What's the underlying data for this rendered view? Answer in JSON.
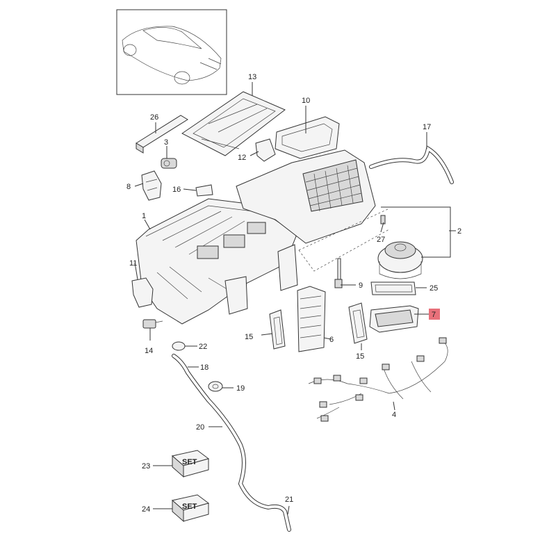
{
  "callouts": {
    "c1": "1",
    "c2": "2",
    "c3": "3",
    "c4": "4",
    "c6": "6",
    "c7": "7",
    "c8": "8",
    "c9": "9",
    "c10": "10",
    "c11": "11",
    "c12": "12",
    "c13": "13",
    "c14": "14",
    "c15a": "15",
    "c15b": "15",
    "c16": "16",
    "c17": "17",
    "c18": "18",
    "c19": "19",
    "c20": "20",
    "c21": "21",
    "c22": "22",
    "c23": "23",
    "c24": "24",
    "c25": "25",
    "c26": "26",
    "c27": "27"
  },
  "set_labels": {
    "set23": "SET",
    "set24": "SET"
  },
  "colors": {
    "highlight": "#e8707a",
    "line": "#333333"
  }
}
